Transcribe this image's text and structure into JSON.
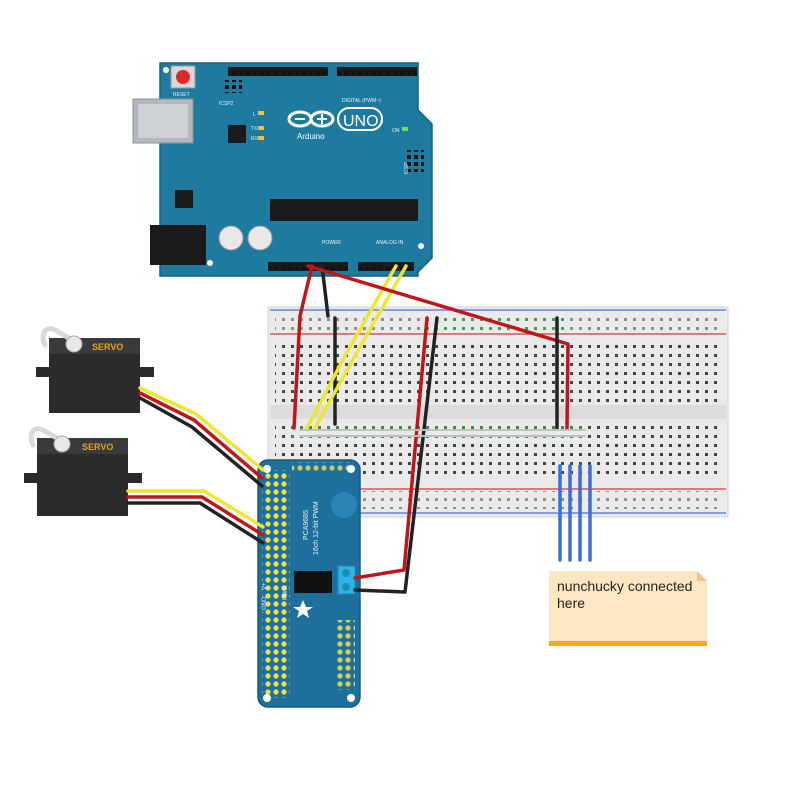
{
  "arduino": {
    "reset_label": "RESET",
    "icsp_label": "ICSP2",
    "icsp2_label": "ICSP",
    "digital_label": "DIGITAL (PWM~)",
    "uno_label": "UNO",
    "brand_label": "Arduino",
    "on_label": "ON",
    "led_l": "L",
    "led_tx": "TX",
    "led_rx": "RX",
    "power_label": "POWER",
    "analog_label": "ANALOG IN"
  },
  "servos": [
    {
      "label": "SERVO"
    },
    {
      "label": "SERVO"
    }
  ],
  "pwm_board": {
    "chip_label": "PCA9685",
    "title": "16ch 12-bit PWM",
    "vplus_label": "V+",
    "gnd_label": "GND",
    "pwm_label": "PWM"
  },
  "note": {
    "text": "nunchucky connected here"
  },
  "colors": {
    "arduino_blue": "#1f7aa0",
    "pwm_blue": "#1e6f9c",
    "wire_red": "#c0161b",
    "wire_black": "#222222",
    "wire_yellow": "#ece830",
    "wire_blue": "#3b6fd4",
    "note_bg": "#fde7c2",
    "note_border": "#f3a92c"
  }
}
